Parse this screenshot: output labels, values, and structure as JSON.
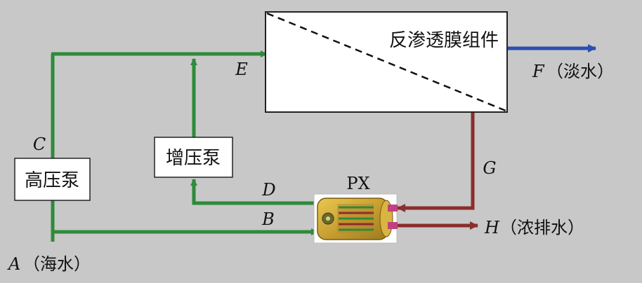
{
  "boxes": {
    "membrane": "反渗透膜组件",
    "high_pressure_pump": "高压泵",
    "booster_pump": "增压泵",
    "px": "PX"
  },
  "points": {
    "A": {
      "letter": "A",
      "text": "（海水）"
    },
    "B": {
      "letter": "B"
    },
    "C": {
      "letter": "C"
    },
    "D": {
      "letter": "D"
    },
    "E": {
      "letter": "E"
    },
    "F": {
      "letter": "F",
      "text": "（淡水）"
    },
    "G": {
      "letter": "G"
    },
    "H": {
      "letter": "H",
      "text": "（浓排水）"
    }
  },
  "colors": {
    "background": "#c8c8c8",
    "feed_line": "#2e8b3a",
    "product_line": "#2a4fb0",
    "brine_line": "#8b2e2e"
  }
}
